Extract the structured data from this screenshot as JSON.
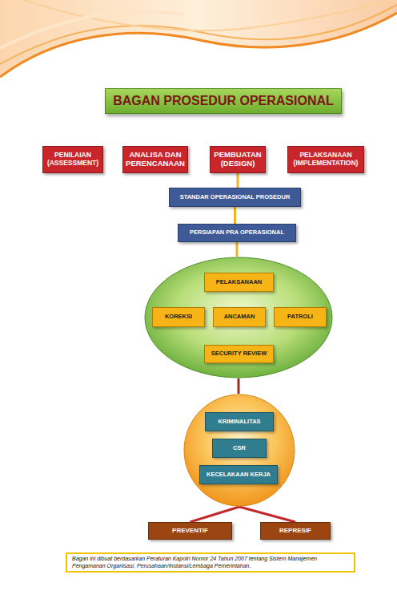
{
  "diagram": {
    "title": "BAGAN PROSEDUR OPERASIONAL",
    "caption": "Bagan ini dibuat berdasarkan Peraturan Kapolri Nomor 24 Tahun 2007 tentang Sistem Manajemen Pengamanan Organisasi, Perusahaan/Instansi/Lembaga Pemerintahan.",
    "nodes": [
      {
        "text": [
          "PENILAIAN (ASSESSMENT)"
        ]
      },
      {
        "text": [
          "ANALISA DAN PERENCANAAN"
        ]
      },
      {
        "text": [
          "PEMBUATAN (DESIGN)"
        ]
      },
      {
        "text": [
          "PELAKSANAAN (IMPLEMENTATION)"
        ]
      },
      {
        "text": [
          "STANDAR OPERASIONAL PROSEDUR"
        ]
      },
      {
        "text": [
          "PERSIAPAN PRA OPERASIONAL"
        ]
      },
      {
        "text": []
      },
      {
        "text": [
          "PELAKSANAAN"
        ],
        "in": 6
      },
      {
        "text": [
          "KOREKSI"
        ],
        "in": 6
      },
      {
        "text": [
          "ANCAMAN"
        ],
        "in": 6
      },
      {
        "text": [
          "PATROLI"
        ],
        "in": 6
      },
      {
        "text": [
          "SECURITY REVIEW"
        ],
        "in": 6
      },
      {
        "text": []
      },
      {
        "text": [
          "KRIMINALITAS"
        ],
        "in": 12
      },
      {
        "text": [
          "CSR"
        ],
        "in": 12
      },
      {
        "text": [
          "KECELAKAAN KERJA"
        ],
        "in": 12
      },
      {
        "text": [
          "PREVENTIF"
        ]
      },
      {
        "text": [
          "REPRESIF"
        ]
      }
    ],
    "edges": [
      {
        "from": 2,
        "to": 4,
        "arrow": "none"
      },
      {
        "from": 4,
        "to": 5,
        "arrow": "none"
      },
      {
        "from": 5,
        "to": 6,
        "arrow": "none"
      },
      {
        "from": 6,
        "to": 12,
        "arrow": "none"
      },
      {
        "from": 12,
        "to": 16,
        "arrow": "none"
      },
      {
        "from": 12,
        "to": 17,
        "arrow": "none"
      }
    ]
  }
}
